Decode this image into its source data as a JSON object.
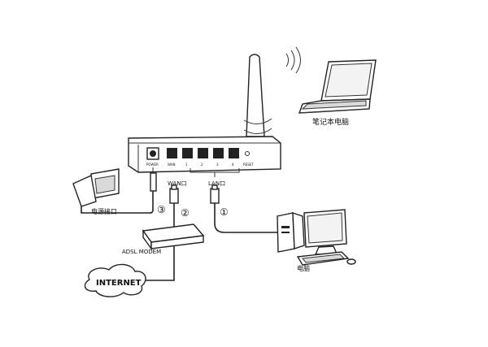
{
  "router": {
    "power_port": "POWER",
    "wan_port": "WAN",
    "lan_ports": [
      "1",
      "2",
      "3",
      "4"
    ],
    "reset": "RESET",
    "wan_label": "WAN口",
    "lan_label": "LAN口"
  },
  "devices": {
    "laptop": "笔记本电脑",
    "desktop": "电脑",
    "power_adapter": "电源接口",
    "modem": "ADSL MODEM",
    "internet": "INTERNET"
  },
  "steps": [
    "①",
    "②",
    "③"
  ],
  "colors": {
    "line": "#222222",
    "background": "#ffffff"
  }
}
